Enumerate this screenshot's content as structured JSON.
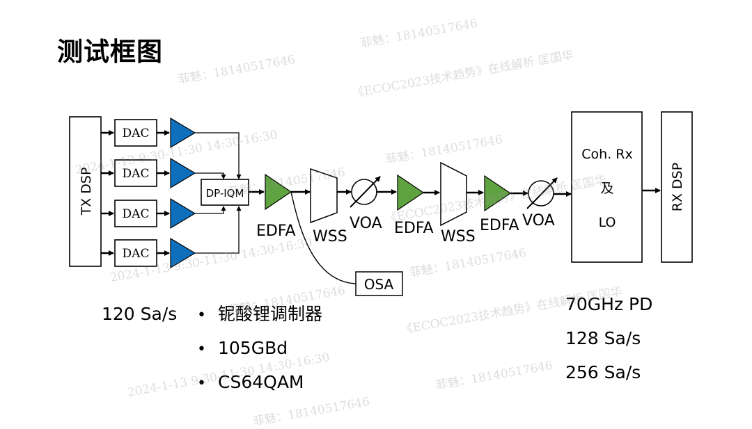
{
  "title": "测试框图",
  "colors": {
    "tx_amp_fill": "#0e6fbd",
    "edfa_fill": "#5fa340",
    "stroke": "#000000",
    "watermark": "#969696"
  },
  "diagram": {
    "tx_dsp": "TX DSP",
    "dacs": [
      "DAC",
      "DAC",
      "DAC",
      "DAC"
    ],
    "modulator": "DP-IQM",
    "edfa1": "EDFA",
    "wss1": "WSS",
    "voa1": "VOA",
    "edfa2": "EDFA",
    "wss2": "WSS",
    "edfa3": "EDFA",
    "voa2": "VOA",
    "osa": "OSA",
    "receiver": {
      "line1": "Coh. Rx",
      "line2": "及",
      "line3": "LO"
    },
    "rx_dsp": "RX DSP"
  },
  "notes": {
    "tx_sample_rate": "120 Sa/s",
    "bullets": [
      "铌酸锂调制器",
      "105GBd",
      "CS64QAM"
    ],
    "bullet_glyph": "•",
    "rx": [
      "70GHz PD",
      "128 Sa/s",
      "256 Sa/s"
    ]
  },
  "watermarks": [
    "菲魅：18140517646",
    "菲魅：18140517646",
    "《ECOC2023技术趋势》在线解析  匡国华",
    "2024-1-13  9:30-11:30    14:30-16:30",
    "菲魅：18140517646",
    "《ECOC2023技术趋势》在线解析  匡国华",
    "菲魅：18140517646",
    "2024-1-13  9:30-11:30    14:30-16:30",
    "菲魅：18140517646",
    "菲魅：18140517646",
    "《ECOC2023技术趋势》在线解析  匡国华",
    "2024-1-13  9:30-11:30    14:30-16:30",
    "菲魅：18140517646",
    "菲魅：18140517646"
  ]
}
